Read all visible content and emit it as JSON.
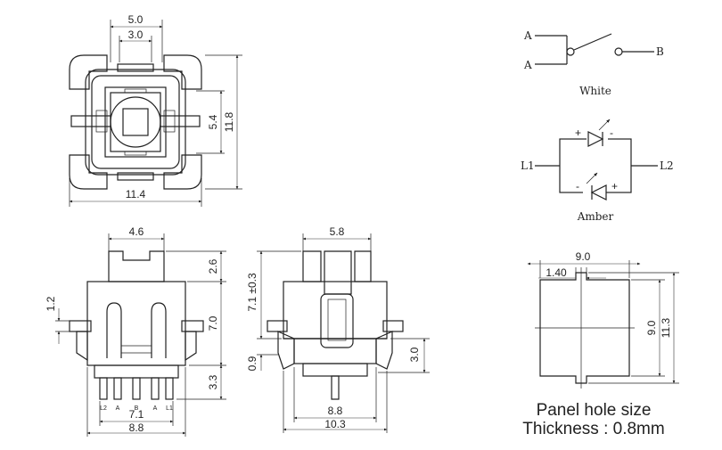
{
  "top_view": {
    "dim_top_outer": "5.0",
    "dim_top_inner": "3.0",
    "dim_right_inner": "5.4",
    "dim_right_outer": "11.8",
    "dim_bottom": "11.4"
  },
  "front_view": {
    "dim_top": "4.6",
    "dim_left": "1.2",
    "dim_right_top": "2.6",
    "dim_right_mid": "7.0",
    "dim_right_bottom": "3.3",
    "dim_bottom_inner": "7.1",
    "dim_bottom_outer": "8.8",
    "pin_labels": [
      "L2",
      "A",
      "B",
      "A",
      "L1"
    ]
  },
  "side_view": {
    "dim_top": "5.8",
    "dim_left_height": "7.1 ±0.3",
    "dim_left_bottom": "0.9",
    "dim_right": "3.0",
    "dim_bottom_inner": "8.8",
    "dim_bottom_outer": "10.3"
  },
  "switch_symbol": {
    "terminal_a1": "A",
    "terminal_a2": "A",
    "terminal_b": "B",
    "caption": "White"
  },
  "led_symbol": {
    "left_label": "L1",
    "right_label": "L2",
    "plus_top": "+",
    "minus_top": "-",
    "plus_bottom": "+",
    "minus_bottom": "-",
    "caption": "Amber"
  },
  "panel_hole": {
    "dim_width": "9.0",
    "dim_notch": "1.40",
    "dim_inner_height": "9.0",
    "dim_outer_height": "11.3",
    "caption_line1": "Panel hole size",
    "caption_line2": "Thickness : 0.8mm"
  }
}
